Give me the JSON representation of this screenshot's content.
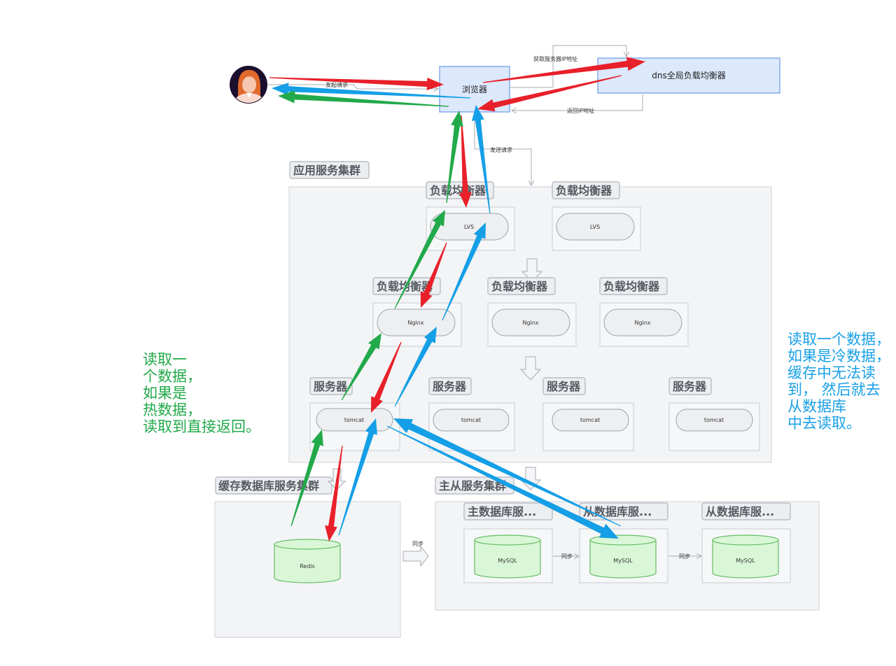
{
  "labels": {
    "browser": "浏览器",
    "dns": "dns全局负载均衡器",
    "get_ip": "获取服务器IP地址",
    "return_ip": "返回IP地址",
    "send_request_top": "发起请求",
    "send_request": "发送请求",
    "sync": "同步"
  },
  "clusters": {
    "app": "应用服务集群",
    "cache": "缓存数据库服务集群",
    "master_slave": "主从服务集群"
  },
  "groups": {
    "lb": "负载均衡器",
    "server": "服务器",
    "master_db": "主数据库服...",
    "slave_db": "从数据库服..."
  },
  "nodes": {
    "lvs": "LVS",
    "nginx": "Nginx",
    "tomcat": "tomcat",
    "redis": "Redis",
    "mysql": "MySQL"
  },
  "notes": {
    "hot": [
      "读取一",
      "个数据，",
      "如果是",
      "热数据，",
      "读取到直接返回。"
    ],
    "cold": [
      "读取一个数据，",
      "如果是冷数据，",
      "缓存中无法读",
      "到，  然后就去",
      "从数据库",
      "中去读取。"
    ]
  },
  "colors": {
    "red": "#e8202a",
    "green": "#22a94a",
    "blue": "#159fe6",
    "node_blue": "#dce8fb",
    "node_blue_stroke": "#6a9ae8"
  },
  "icons": {
    "user": "user-avatar-icon"
  }
}
